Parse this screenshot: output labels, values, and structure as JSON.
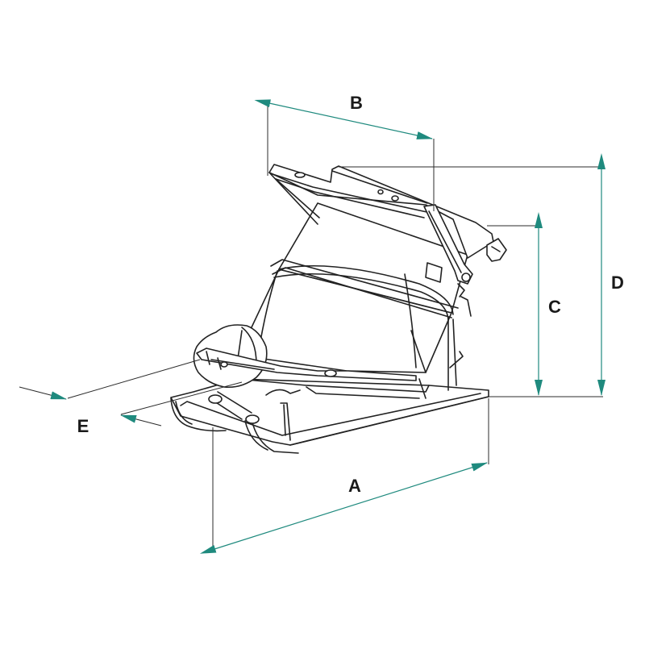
{
  "diagram": {
    "accent_color": "#1f8a7e",
    "labels": {
      "A": "A",
      "B": "B",
      "C": "C",
      "D": "D",
      "E": "E"
    }
  }
}
